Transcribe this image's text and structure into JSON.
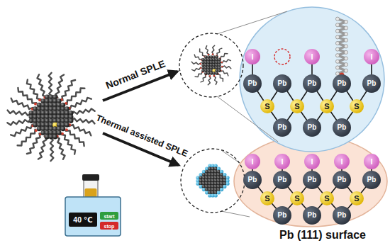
{
  "diagram": {
    "labels": [
      "Normal SPLE",
      "Thermal assisted SPLE",
      "40 ℃",
      "start",
      "stop",
      "I",
      "I",
      "I",
      "Pb",
      "Pb",
      "Pb",
      "Pb",
      "Pb",
      "S",
      "S",
      "S",
      "S",
      "Pb",
      "Pb",
      "Pb",
      "I",
      "I",
      "I",
      "I",
      "I",
      "Pb",
      "Pb",
      "Pb",
      "Pb",
      "Pb",
      "S",
      "S",
      "S",
      "S",
      "Pb",
      "Pb",
      "Pb",
      "Pb (111) surface"
    ]
  }
}
